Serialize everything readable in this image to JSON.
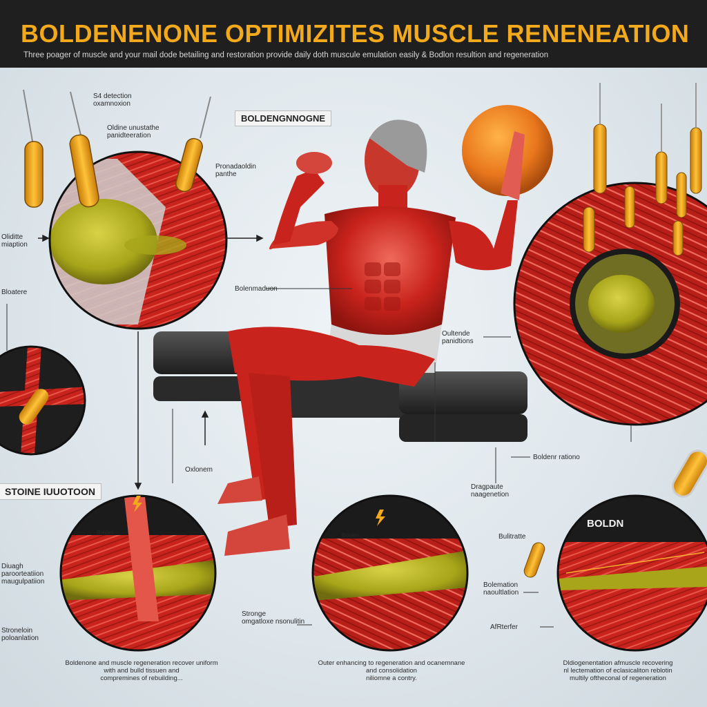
{
  "header": {
    "title": "BOLDENENONE OPTIMIZITES MUSCLE RENENEATION",
    "subtitle": "Three poager of muscle and your mail dode betailing and restoration provide daily doth muscule emulation easily & Bodlon resultion and regeneration"
  },
  "labels": {
    "top_tag": "BOLDENGNNOGNE",
    "side_tag": "STOINE IUUOTOON",
    "boldn": "BOLDN"
  },
  "callouts": {
    "c1": "S4 detection\noxamnoxion",
    "c2": "Oldine unustathe\npanidteeration",
    "c3": "Pronadaoldin\npanthe",
    "c4": "Oliditte\nmiaption",
    "c5": "Bloatere",
    "c6": "Bolenmaduon",
    "c7": "Oultende\npanidtions",
    "c8": "Boldenr rationo",
    "c9": "Oxlonem",
    "c10": "Dragpaute\nnaagenetion",
    "c11": "Bolden",
    "c12": "Bolden",
    "c13": "Bulitratte",
    "c14": "Bolemation\nnaoultlation",
    "c15": "Stronge\nomgatloxe nsonulitin",
    "c16": "AfRterfer",
    "c17": "Diuagh\nparoorteatiion\nmaugulpatiion",
    "c18": "Stroneloin\npoloanlation"
  },
  "captions": {
    "left": "Boldenone and muscle regeneration recover uniform with and bulld tissuen and\ncompremines of rebuilding...",
    "middle": "Outer enhancing to regeneration and ocanemnane and consolidation\nniliomne a contry.",
    "right": "Dldiogenentation afmuscle recovering\nnl lectemation of eclasicaliton reblotin\nmultily oftheconal of regeneration"
  },
  "colors": {
    "header_bg": "#1f1f1f",
    "title": "#f2a91c",
    "muscle_red": "#c8231c",
    "muscle_light": "#e5564a",
    "fat_green": "#a8a51a",
    "capsule_orange": "#f0a21a"
  },
  "icons": [
    "syringe-icon",
    "capsule-icon",
    "arrow-icon",
    "lightning-icon"
  ]
}
